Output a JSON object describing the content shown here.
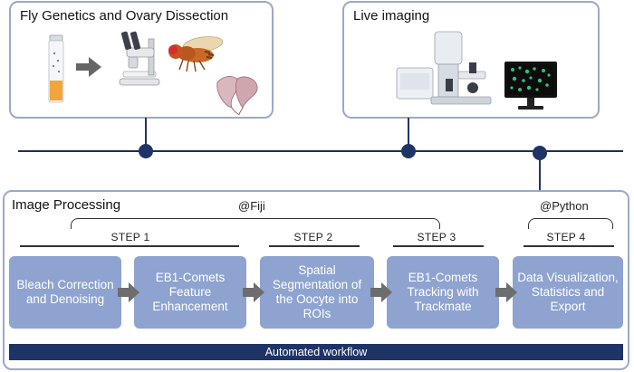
{
  "top_panels": {
    "fly": {
      "title": "Fly Genetics and Ovary Dissection",
      "icons": [
        "tube-icon",
        "arrow-icon",
        "microscope-icon",
        "fly-icon",
        "ovary-icon"
      ]
    },
    "live": {
      "title": "Live imaging",
      "icons": [
        "confocal-microscope-icon",
        "monitor-icon"
      ]
    }
  },
  "bottom_panel": {
    "title": "Image Processing",
    "tool_fiji": "@Fiji",
    "tool_python": "@Python",
    "steps": [
      {
        "label": "STEP 1"
      },
      {
        "label": "STEP 2"
      },
      {
        "label": "STEP 3"
      },
      {
        "label": "STEP 4"
      }
    ],
    "boxes": [
      {
        "text": "Bleach Correction and Denoising"
      },
      {
        "text": "EB1-Comets Feature Enhancement"
      },
      {
        "text": "Spatial Segmentation of the Oocyte into ROIs"
      },
      {
        "text": "EB1-Comets Tracking with Trackmate"
      },
      {
        "text": "Data Visualization, Statistics and Export"
      }
    ],
    "workflow": "Automated workflow"
  },
  "colors": {
    "accent": "#1f3466",
    "box": "#8ea3cf",
    "panel_border": "#9aa9c9",
    "arrow": "#6d6d6d"
  }
}
